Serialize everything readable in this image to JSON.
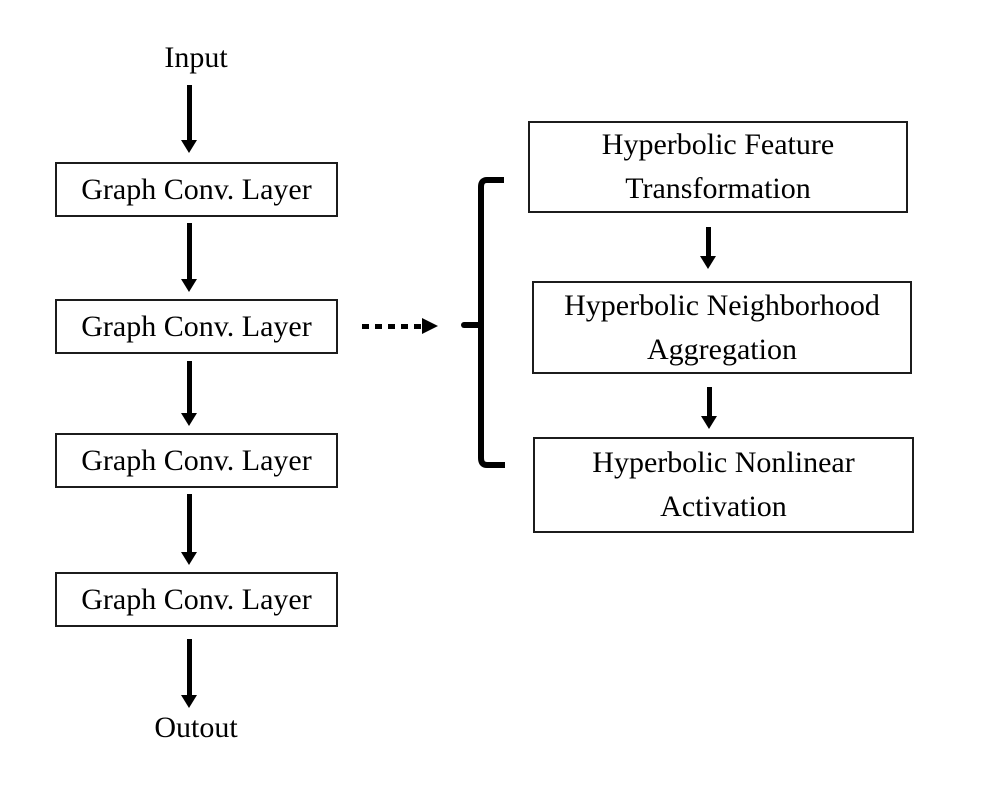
{
  "colors": {
    "background": "#ffffff",
    "ink": "#000000",
    "box_border": "#1c1c1c",
    "box_fill": "#ffffff"
  },
  "icons": {
    "down_arrow": "↓",
    "dashed_right_arrow": "⇢",
    "left_curly_brace": "{"
  },
  "pipeline": {
    "input_label": "Input",
    "output_label": "Outout",
    "conv_layers": [
      {
        "label": "Graph Conv. Layer"
      },
      {
        "label": "Graph Conv. Layer"
      },
      {
        "label": "Graph Conv. Layer"
      },
      {
        "label": "Graph Conv. Layer"
      }
    ],
    "expanded_view": {
      "steps": [
        {
          "label": "Hyperbolic Feature\nTransformation"
        },
        {
          "label": "Hyperbolic Neighborhood\nAggregation"
        },
        {
          "label": "Hyperbolic Nonlinear\nActivation"
        }
      ]
    }
  }
}
